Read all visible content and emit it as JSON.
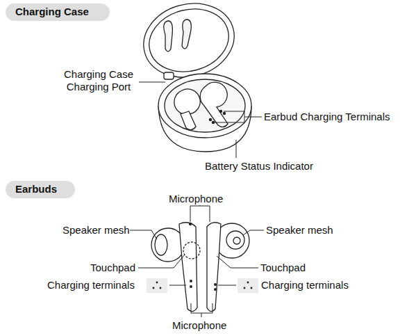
{
  "diagram": {
    "nodes": [
      {
        "text": [
          "Charging Case"
        ]
      },
      {
        "text": [
          "Earbuds"
        ]
      }
    ],
    "labels": [
      "Charging Case Charging Port",
      "Earbud Charging Terminals",
      "Battery Status Indicator",
      "Microphone",
      "Speaker mesh",
      "Speaker mesh",
      "Touchpad",
      "Touchpad",
      "Charging terminals",
      "Charging terminals",
      "Microphone"
    ]
  }
}
